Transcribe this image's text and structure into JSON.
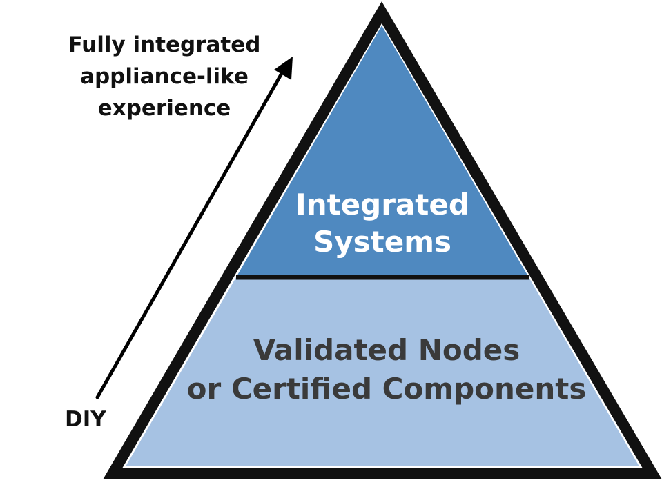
{
  "annotations": {
    "top": "Fully integrated\nappliance-like\nexperience",
    "bottom": "DIY"
  },
  "pyramid": {
    "tiers": [
      {
        "label": "Integrated\nSystems",
        "fill": "#4f89c0",
        "text_color": "#ffffff"
      },
      {
        "label": "Validated Nodes\nor Certified Components",
        "fill": "#a6c2e3",
        "text_color": "#3a3a3a"
      }
    ],
    "outline_color": "#111111"
  }
}
